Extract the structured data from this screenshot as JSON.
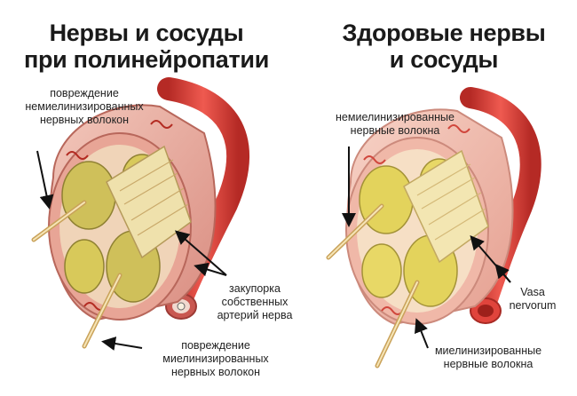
{
  "left_panel": {
    "title_line1": "Нервы и сосуды",
    "title_line2": "при полинейропатии",
    "label_unmyelinated_line1": "повреждение",
    "label_unmyelinated_line2": "немиелинизированных",
    "label_unmyelinated_line3": "нервных волокон",
    "label_occlusion_line1": "закупорка",
    "label_occlusion_line2": "собственных",
    "label_occlusion_line3": "артерий нерва",
    "label_myelinated_line1": "повреждение",
    "label_myelinated_line2": "миелинизированных",
    "label_myelinated_line3": "нервных волокон"
  },
  "right_panel": {
    "title_line1": "Здоровые нервы",
    "title_line2": "и сосуды",
    "label_unmyelinated_line1": "немиелинизированные",
    "label_unmyelinated_line2": "нервные волокна",
    "label_vasa_line1": "Vasa",
    "label_vasa_line2": "nervorum",
    "label_myelinated_line1": "миелинизированные",
    "label_myelinated_line2": "нервные волокна"
  },
  "colors": {
    "sheath": "#e9a99a",
    "sheath_dark": "#c9746a",
    "fascicle": "#d8c95a",
    "fascicle_healthy": "#e3d35c",
    "fiber": "#f2e9b8",
    "artery": "#e0443c",
    "artery_diseased": "#c95750"
  }
}
